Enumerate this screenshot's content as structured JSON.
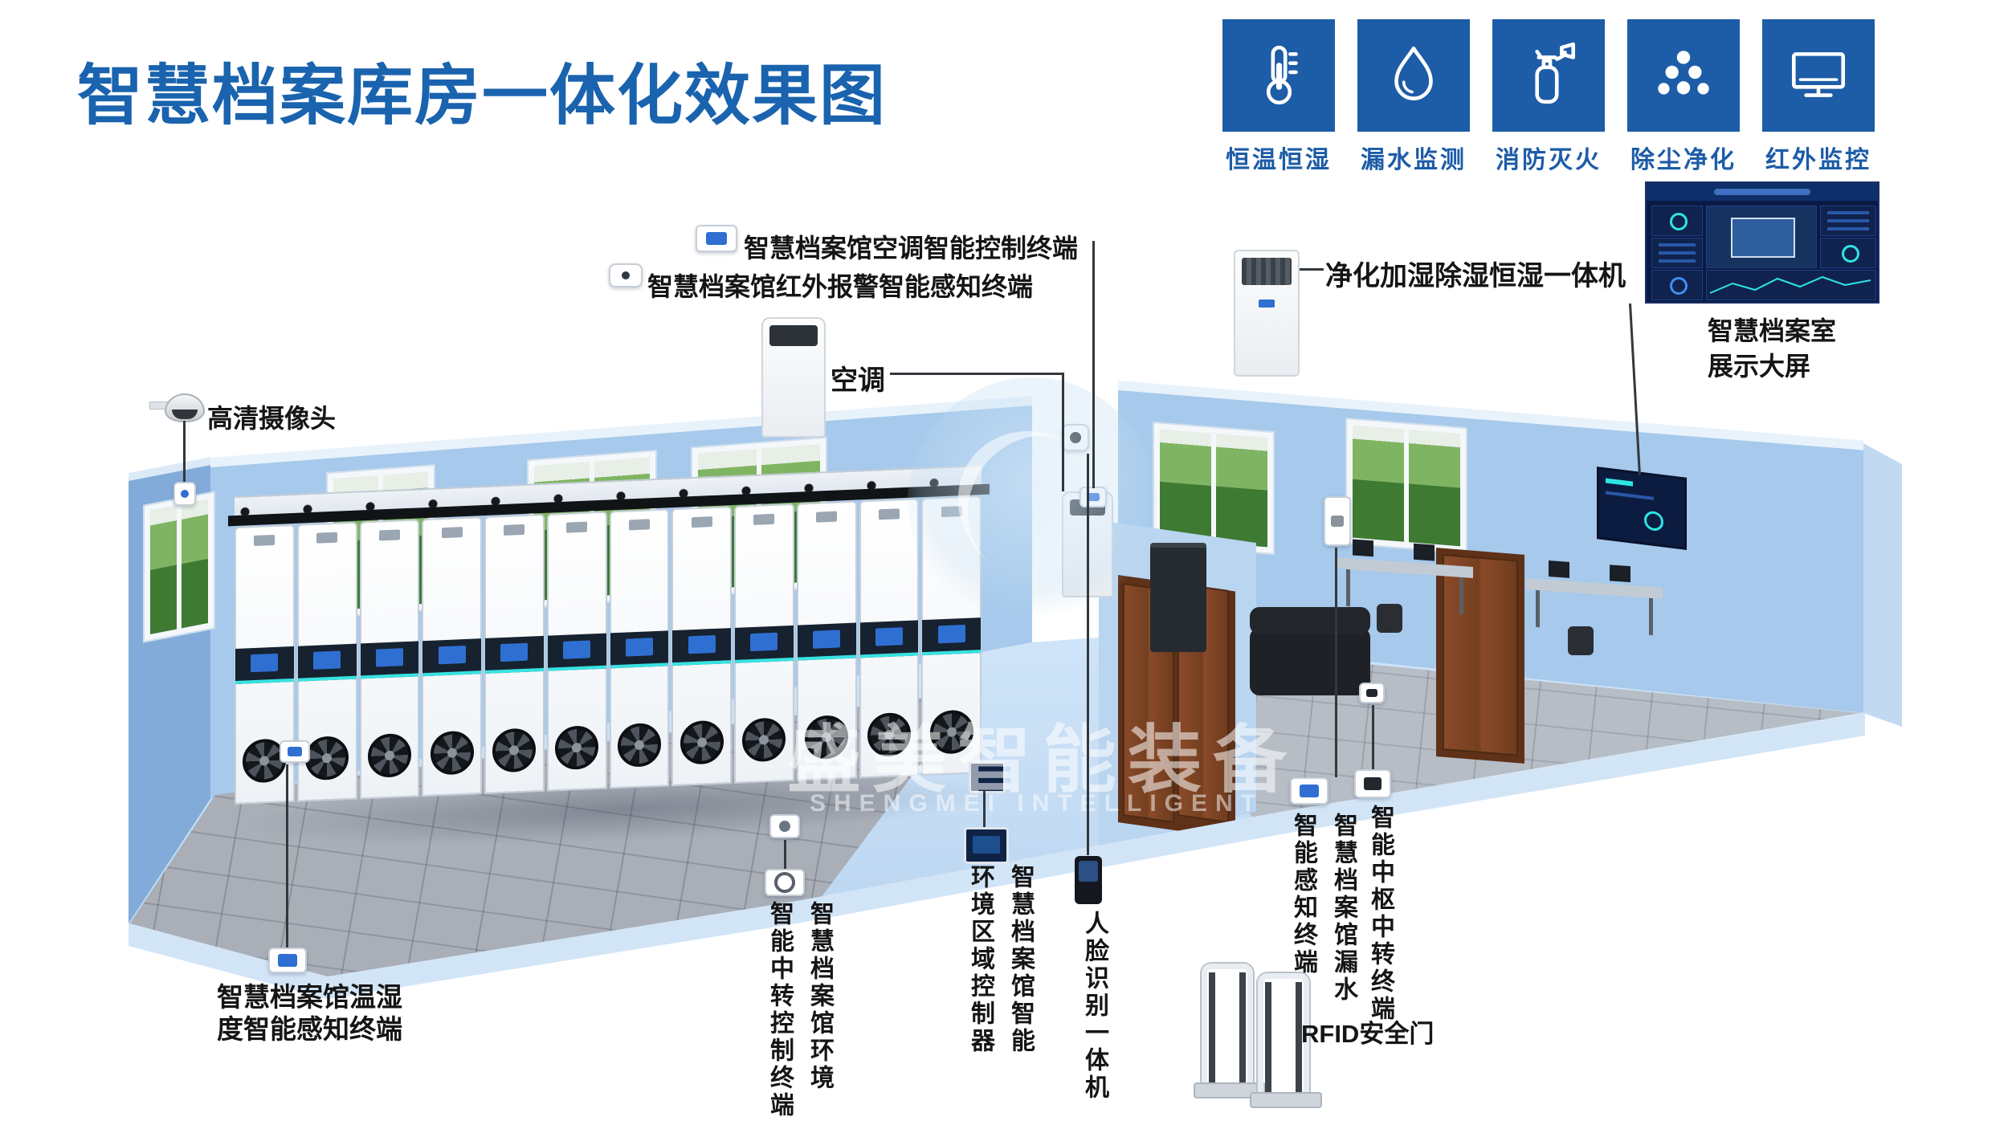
{
  "title": "智慧档案库房一体化效果图",
  "features": [
    {
      "label": "恒温恒湿",
      "icon": "thermometer-icon"
    },
    {
      "label": "漏水监测",
      "icon": "water-drop-icon"
    },
    {
      "label": "消防灭火",
      "icon": "fire-extinguisher-icon"
    },
    {
      "label": "除尘净化",
      "icon": "dust-particles-icon"
    },
    {
      "label": "红外监控",
      "icon": "monitor-icon"
    }
  ],
  "callouts": {
    "ac_control": {
      "label": "智慧档案馆空调智能控制终端"
    },
    "ir_alarm": {
      "label": "智慧档案馆红外报警智能感知终端"
    },
    "air_conditioner": {
      "label": "空调"
    },
    "purifier": {
      "label": "净化加湿除湿恒湿一体机"
    },
    "display": {
      "line1": "智慧档案室",
      "line2": "展示大屏"
    },
    "camera": {
      "label": "高清摄像头"
    },
    "temp_humidity": {
      "line1": "智慧档案馆温湿",
      "line2": "度智能感知终端"
    },
    "env_relay": {
      "col1": "智慧档案馆环境",
      "col2": "智能中转控制终端"
    },
    "env_zone": {
      "col1": "智慧档案馆智能",
      "col2": "环境区域控制器"
    },
    "face": {
      "label": "人脸识别一体机"
    },
    "leak": {
      "col1": "智慧档案馆漏水",
      "col2": "智能感知终端"
    },
    "hub": {
      "label": "智能中枢中转终端"
    },
    "rfid": {
      "label": "RFID安全门"
    }
  },
  "watermark": {
    "cn": "盛美智能装备",
    "en": "SHENGMEI INTELLIGENT"
  },
  "scene": {
    "shelf_columns": 12
  },
  "colors": {
    "brand_blue": "#1a63ae",
    "tile_blue": "#1d5ca7",
    "wall_blue": "#a6c9ec",
    "floor_blue": "#c6def5",
    "floor_gray": "#a9aeb7",
    "accent_cyan": "#38e2e2",
    "door_brown": "#8a4a2a",
    "line_dark": "#33383d"
  }
}
